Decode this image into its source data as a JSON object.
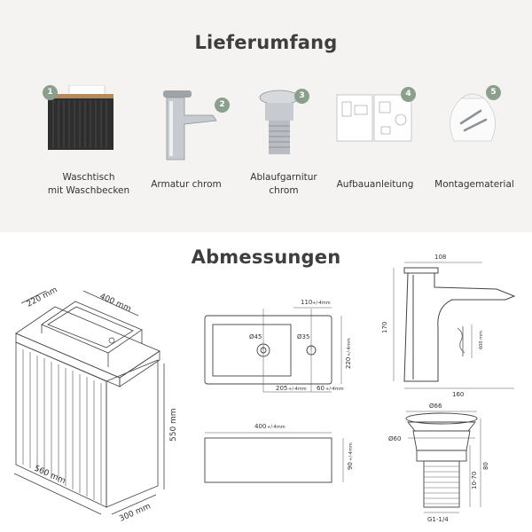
{
  "scope_title": "Lieferumfang",
  "dims_title": "Abmessungen",
  "items": [
    {
      "num": "1",
      "line1": "Waschtisch",
      "line2": "mit Waschbecken"
    },
    {
      "num": "2",
      "line1": "Armatur chrom",
      "line2": ""
    },
    {
      "num": "3",
      "line1": "Ablaufgarnitur",
      "line2": "chrom"
    },
    {
      "num": "4",
      "line1": "Aufbauanleitung",
      "line2": ""
    },
    {
      "num": "5",
      "line1": "Montagematerial",
      "line2": ""
    }
  ],
  "cabinet": {
    "w1": "220 mm",
    "w2": "400 mm",
    "h": "550 mm",
    "d1": "560 mm",
    "d2": "300 mm"
  },
  "basin_top": {
    "a": "110",
    "a_tol": "+/-4mm",
    "hole1": "Ø45",
    "hole2": "Ø35",
    "depth": "220",
    "depth_tol": "+/-4mm",
    "b": "205",
    "b_tol": "+/-4mm",
    "c": "60",
    "c_tol": "+/-4mm"
  },
  "basin_side": {
    "w": "400",
    "w_tol": "+/-4mm",
    "h": "90",
    "h_tol": "+/-4mm"
  },
  "faucet": {
    "top": "108",
    "height": "170",
    "hose": "600 mm",
    "base": "160"
  },
  "drain": {
    "d1": "Ø66",
    "d2": "Ø60",
    "r": "10-70",
    "h": "80",
    "thread": "G1-1/4"
  },
  "colors": {
    "badge": "#8aa08c",
    "panel": "#f4f3f1",
    "cabinet": "#2e2e2e"
  }
}
